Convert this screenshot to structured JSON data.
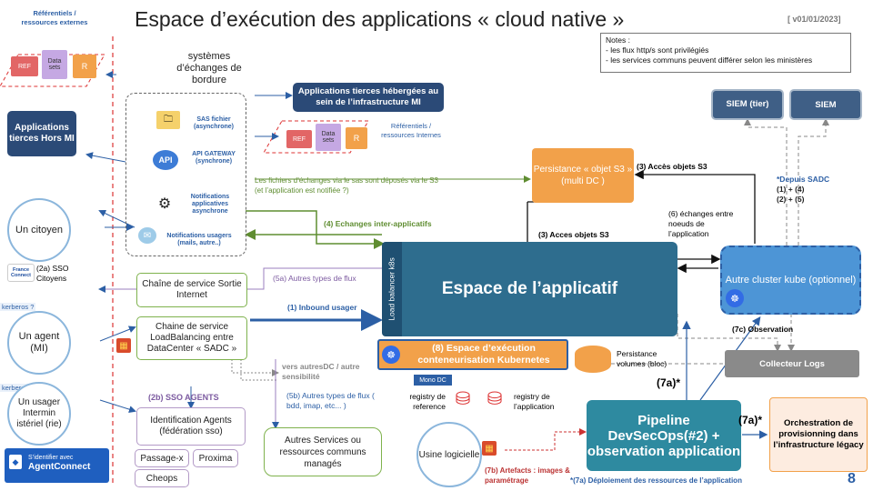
{
  "title": "Espace d’exécution des applications « cloud native »",
  "version": "[ v01/01/2023]",
  "notes": {
    "title": "Notes :",
    "lines": [
      "- les flux http/s sont privilégiés",
      "- les services communs peuvent différer selon les ministères"
    ]
  },
  "top_left_label": "Référentiels / ressources externes",
  "ref_row": {
    "ref": "REF",
    "datasets": "Data sets",
    "r": "R"
  },
  "border_systems": {
    "title": "systèmes d’échanges de bordure",
    "items": [
      "SAS fichier (asynchrone)",
      "API GATEWAY (synchrone)",
      "Notifications applicatives asynchrone",
      "Notifications usagers (mails, autre..)"
    ],
    "api_badge": "API"
  },
  "hosted_apps": "Applications tierces hébergées au sein de l’infrastructure MI",
  "internal_refs": "Référentiels / ressources Internes",
  "external_apps": "Applications tierces Hors MI",
  "persistence_s3": "Persistance « objet S3 » (multi DC )",
  "green_note": "Les fichiers d’échanges via le sas sont déposés via le S3 (et l’application est notifiée ?)",
  "inter_app": "(4) Echanges inter-applicatifs",
  "access_s3_3": "(3) Accès objets S3",
  "access_s3_3b": "(3) Acces objets S3",
  "exchanges_6": "(6) échanges entre noeuds de l’application",
  "siem_tier": "SIEM (tier)",
  "siem": "SIEM",
  "depuis_sadc": {
    "title": "*Depuis SADC",
    "lines": [
      "(1)  + (4)",
      "(2)  + (5)"
    ]
  },
  "citoyen": "Un citoyen",
  "sso_citoyens": "(2a) SSO Citoyens",
  "france_connect": "France Connect",
  "kerberos": "kerberos ?",
  "agent": "Un agent (MI)",
  "usager_interministeriel": "Un usager Intermin istériel (rie)",
  "chaine_sortie": "Chaîne de service Sortie Internet",
  "chaine_lb": "Chaine de service LoadBalancing entre DataCenter « SADC »",
  "flux_5a": "(5a) Autres types de flux",
  "inbound_1": "(1) Inbound usager",
  "load_balancer": "Load balancer k8s",
  "espace_applicatif": "Espace de l’applicatif",
  "autre_cluster": "Autre cluster kube (optionnel)",
  "vers_autres_dc": "vers autresDC / autre sensibilité",
  "kubernetes_8": "(8) Espace d’exécution conteneurisation Kubernetes",
  "persistance_volumes": "Persistance volumes (bloc)",
  "mono_dc": "Mono DC",
  "registry_ref": "registry de reference",
  "registry_app": "registry de l’application",
  "observation_7c": "(7c) Observation",
  "collecteur_logs": "Collecteur Logs",
  "sso_agents": "(2b) SSO AGENTS",
  "flux_5b": "(5b) Autres types de flux ( bdd, imap, etc... )",
  "identification": "Identification Agents (fédération sso)",
  "passage_x": "Passage-x",
  "proxima": "Proxima",
  "cheops": "Cheops",
  "agent_connect": {
    "line1": "S’identifier avec",
    "line2": "AgentConnect"
  },
  "autres_services": "Autres Services ou ressources communs managés",
  "usine_logicielle": "Usine logicielle",
  "pipeline": "Pipeline DevSecOps(#2) + observation application",
  "label_7a_a": "(7a)*",
  "label_7a_b": "(7a)*",
  "orchestration": "Orchestration de provisionning dans l’infrastructure légacy",
  "artefacts_7b": "(7b) Artefacts : images & paramétrage",
  "deploiement_7a": "*(7a) Déploiement des ressources de l’application",
  "page_number": "8",
  "colors": {
    "navy": "#2b4a77",
    "teal": "#2e6d8e",
    "orange": "#f2a14a",
    "green": "#7fb24d",
    "purple": "#9b7fbf",
    "red_dashed": "#d33"
  }
}
